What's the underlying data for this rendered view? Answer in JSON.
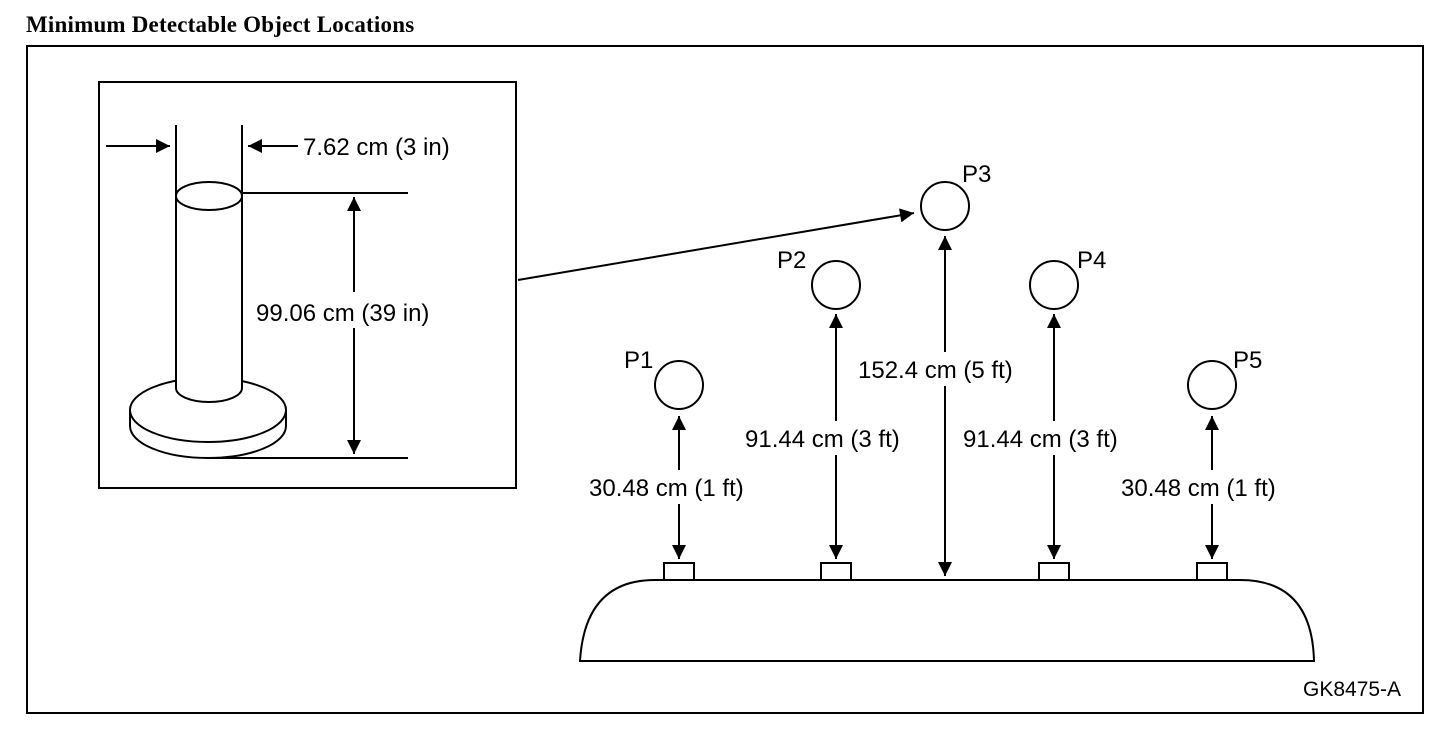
{
  "title": "Minimum Detectable Object Locations",
  "inset": {
    "diameter_label": "7.62 cm (3 in)",
    "height_label": "99.06 cm (39 in)"
  },
  "positions": [
    {
      "id": "P1",
      "label": "30.48 cm (1 ft)"
    },
    {
      "id": "P2",
      "label": "91.44 cm (3 ft)"
    },
    {
      "id": "P3",
      "label": "152.4 cm (5 ft)"
    },
    {
      "id": "P4",
      "label": "91.44 cm (3 ft)"
    },
    {
      "id": "P5",
      "label": "30.48 cm (1 ft)"
    }
  ],
  "figure_ref": "GK8475-A"
}
